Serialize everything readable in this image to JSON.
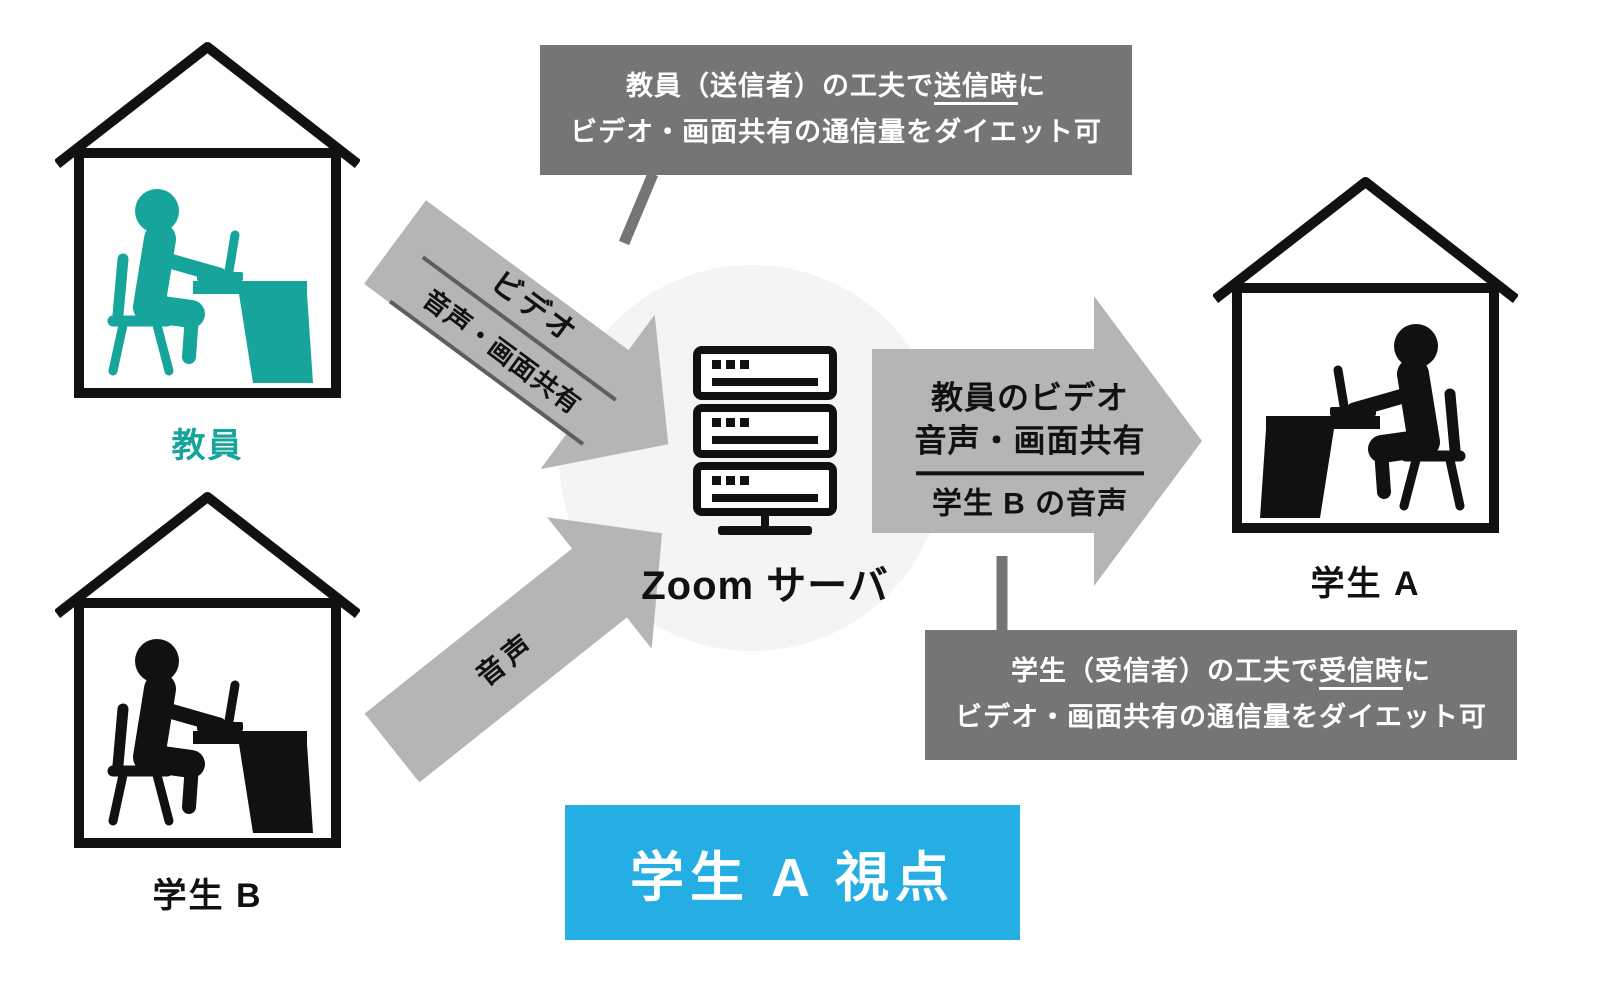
{
  "colors": {
    "teal": "#17A49B",
    "ink": "#111111",
    "arrow-gray": "#B5B5B5",
    "box-gray": "#757575",
    "banner-cyan": "#25AEE3",
    "circle-gray": "#F4F4F4",
    "separator-gray": "#5E5E5E"
  },
  "nodes": {
    "teacher": {
      "label": "教員"
    },
    "student_b": {
      "label": "学生 B"
    },
    "student_a": {
      "label": "学生 A"
    },
    "server": {
      "label": "Zoom サーバ"
    }
  },
  "arrows": {
    "teacher_to_server": {
      "line1": "ビデオ",
      "line2": "音声・画面共有"
    },
    "student_b_to_server": {
      "label": "音声"
    },
    "server_to_student_a": {
      "line1": "教員のビデオ",
      "line2": "音声・画面共有",
      "line3": "学生 B の音声"
    }
  },
  "callouts": {
    "sender": {
      "line1_pre": "教員（送信者）の工夫で",
      "line1_underlined": "送信時",
      "line1_post": "に",
      "line2": "ビデオ・画面共有の通信量をダイエット可"
    },
    "receiver": {
      "line1_pre": "学生（受信者）の工夫で",
      "line1_underlined": "受信時",
      "line1_post": "に",
      "line2": "ビデオ・画面共有の通信量をダイエット可"
    }
  },
  "viewpoint_banner": {
    "label": "学生 A 視点"
  }
}
